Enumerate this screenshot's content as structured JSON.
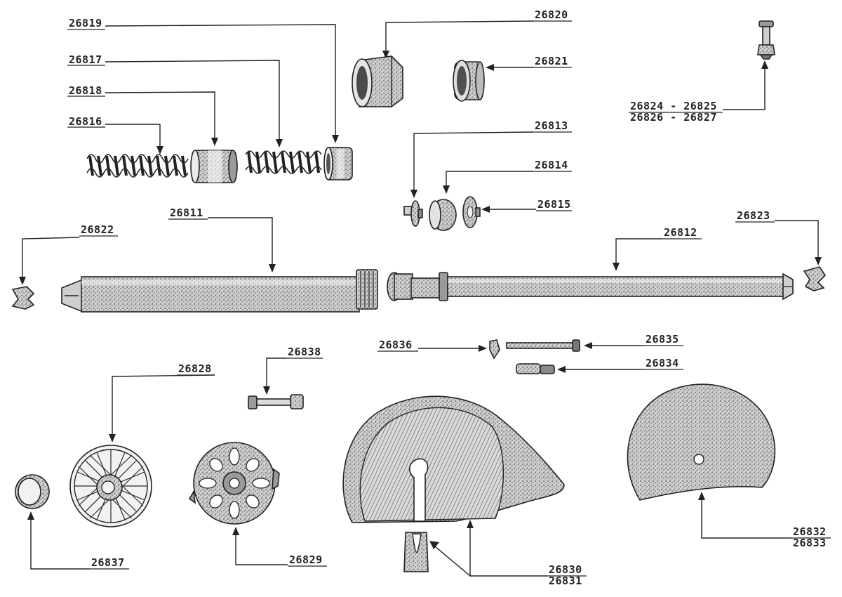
{
  "labels": {
    "p26819": "26819",
    "p26817": "26817",
    "p26818": "26818",
    "p26816": "26816",
    "p26820": "26820",
    "p26821": "26821",
    "p26824_l1": "26824 - 26825",
    "p26824_l2": "26826 - 26827",
    "p26813": "26813",
    "p26814": "26814",
    "p26815": "26815",
    "p26822": "26822",
    "p26811": "26811",
    "p26812": "26812",
    "p26823": "26823",
    "p26836": "26836",
    "p26835": "26835",
    "p26834": "26834",
    "p26838": "26838",
    "p26828": "26828",
    "p26829": "26829",
    "p26837": "26837",
    "p26830_l1": "26830",
    "p26830_l2": "26831",
    "p26832_l1": "26832",
    "p26832_l2": "26833"
  }
}
